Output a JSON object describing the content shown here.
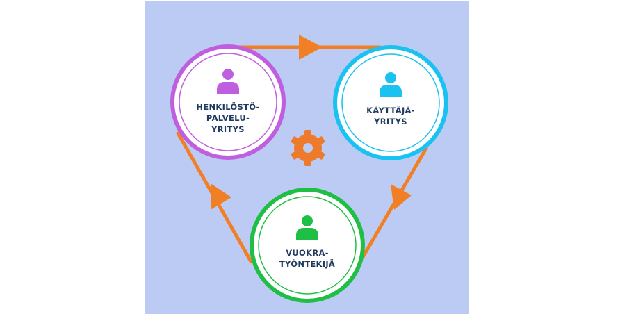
{
  "colors": {
    "background": "#bccbf4",
    "arrow": "#f07f26",
    "gear": "#ee7b2c",
    "label_text": "#1f3a5f"
  },
  "nodes": [
    {
      "id": "staffing",
      "lines": [
        "HENKILÖSTÖ-",
        "PALVELU-",
        "YRITYS"
      ],
      "color": "#c05ee0",
      "icon": "person-icon"
    },
    {
      "id": "user-company",
      "lines": [
        "KÄYTTÄJÄ-",
        "YRITYS"
      ],
      "color": "#19c2f0",
      "icon": "person-icon"
    },
    {
      "id": "temp-worker",
      "lines": [
        "VUOKRA-",
        "TYÖNTEKIJÄ"
      ],
      "color": "#1fbf45",
      "icon": "person-icon"
    }
  ],
  "center_icon": "gear-icon"
}
